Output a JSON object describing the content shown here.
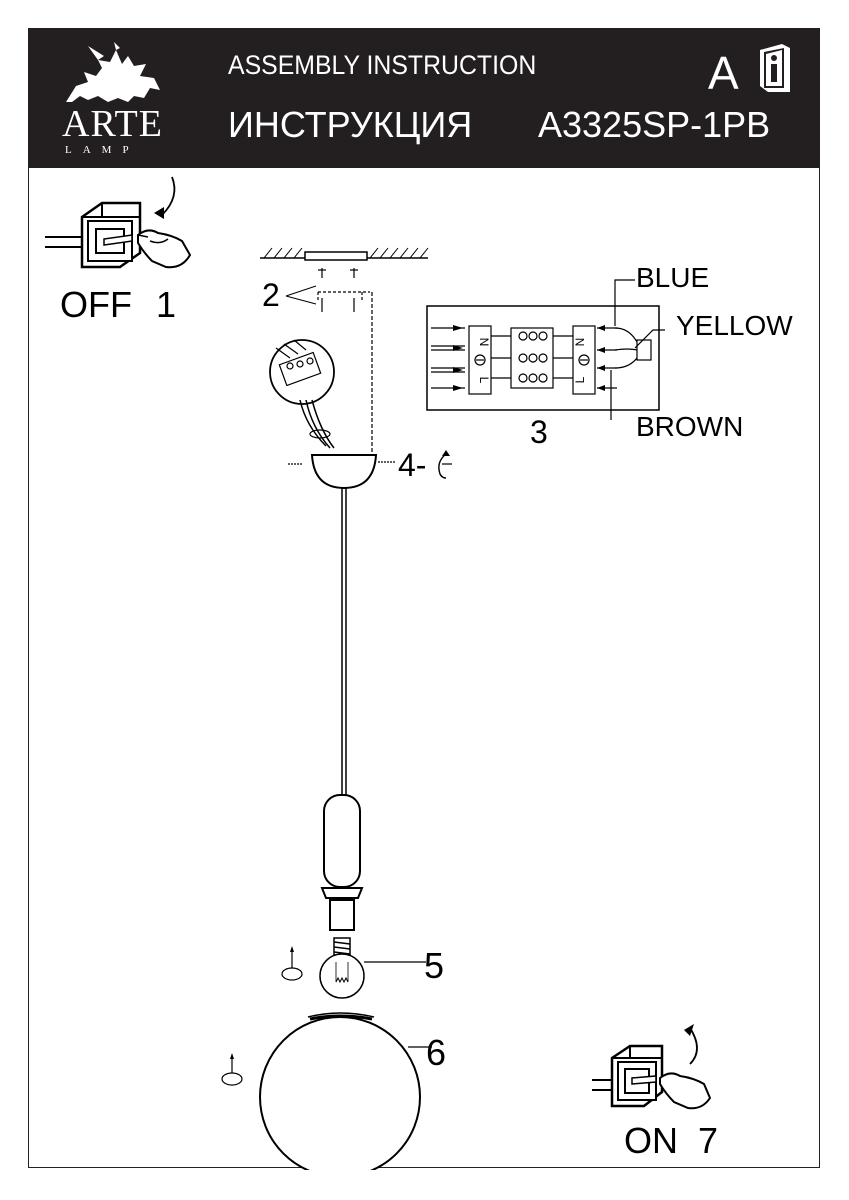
{
  "header": {
    "brand": "ARTE",
    "brand_sub": "LAMP",
    "title_en": "ASSEMBLY INSTRUCTION",
    "title_ru": "ИНСТРУКЦИЯ",
    "model": "A3325SP-1PB",
    "section_letter": "A",
    "info_icon": "info-book-icon"
  },
  "steps": {
    "step1_label": "OFF",
    "step1_num": "1",
    "step2_num": "2",
    "step3_num": "3",
    "step4_num": "4-",
    "step5_num": "5",
    "step6_num": "6",
    "step7_label": "ON",
    "step7_num": "7"
  },
  "wiring": {
    "blue": "BLUE",
    "yellow": "YELLOW",
    "brown": "BROWN"
  },
  "colors": {
    "header_bg": "#231f20",
    "line": "#000000"
  }
}
